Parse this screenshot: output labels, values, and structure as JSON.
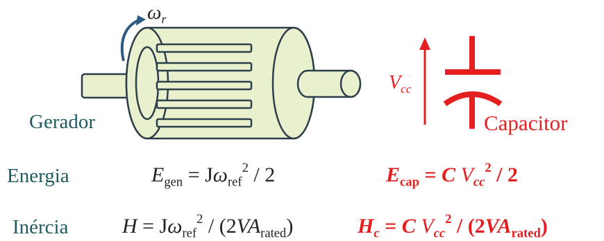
{
  "colors": {
    "motor_fill": "#e8f0cd",
    "motor_stroke": "#2c3e49",
    "teal_text": "#1f5b5e",
    "red": "#e41f1f",
    "arrow_blue": "#2d5b86",
    "equation_black": "#222222"
  },
  "icons": [
    "generator-icon",
    "rotation-arrow-icon",
    "capacitor-icon",
    "voltage-arrow-icon"
  ],
  "labels": {
    "omega": "ω",
    "omega_sub": "r",
    "generator": "Gerador",
    "vcc": "V",
    "vcc_sub": "cc",
    "capacitor": "Capacitor",
    "energy": "Energia",
    "inertia": "Inércia"
  },
  "equations": {
    "e_gen": {
      "var": "E",
      "var_sub": "gen",
      "eq_rhs": " = J",
      "omega": "ω",
      "omega_sub": "ref",
      "sq": "2",
      "tail": " / 2"
    },
    "e_cap": {
      "var": "E",
      "var_sub": "cap",
      "eq": " =  ",
      "c": "C",
      "v": " V",
      "v_sub": "cc",
      "sq": "2",
      "tail": " / 2"
    },
    "h": {
      "var": "H",
      "eq_rhs": " = J",
      "omega": "ω",
      "omega_sub": "ref",
      "sq": "2",
      "mid": " / (2",
      "va": "VA",
      "va_sub": "rated",
      "close": ")"
    },
    "h_c": {
      "var": "H",
      "var_sub": "c",
      "eq": " =  ",
      "c": "C",
      "v": " V",
      "v_sub": "cc",
      "sq": "2",
      "mid": " / (2",
      "va": "VA",
      "va_sub": "rated",
      "close": ")"
    }
  }
}
